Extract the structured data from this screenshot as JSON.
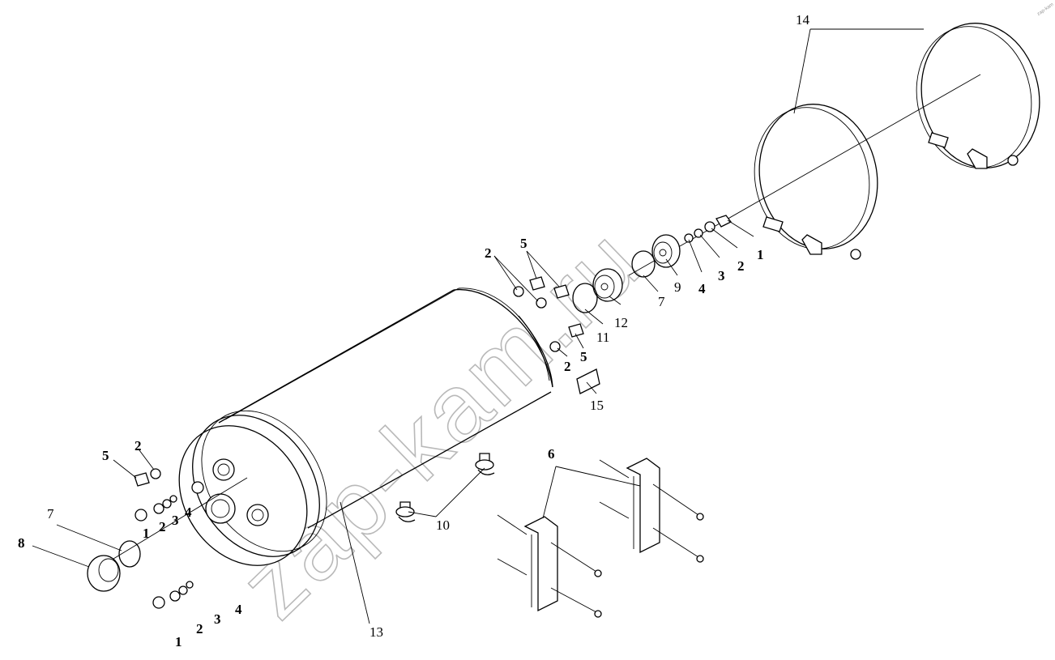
{
  "watermark": "zap-kam.ru",
  "corner_mark": "zap-kam",
  "labels": {
    "l14": "14",
    "l1a": "1",
    "l2a": "2",
    "l3a": "3",
    "l4a": "4",
    "l9": "9",
    "l7a": "7",
    "l12": "12",
    "l11": "11",
    "l2b": "2",
    "l5b": "5",
    "l2c": "2",
    "l5c": "5",
    "l15": "15",
    "l5d": "5",
    "l2d": "2",
    "l1e": "1",
    "l2e": "2",
    "l3e": "3",
    "l4e": "4",
    "l7f": "7",
    "l8": "8",
    "l4g": "4",
    "l3g": "3",
    "l2g": "2",
    "l1g": "1",
    "l13": "13",
    "l10": "10",
    "l6": "6"
  }
}
